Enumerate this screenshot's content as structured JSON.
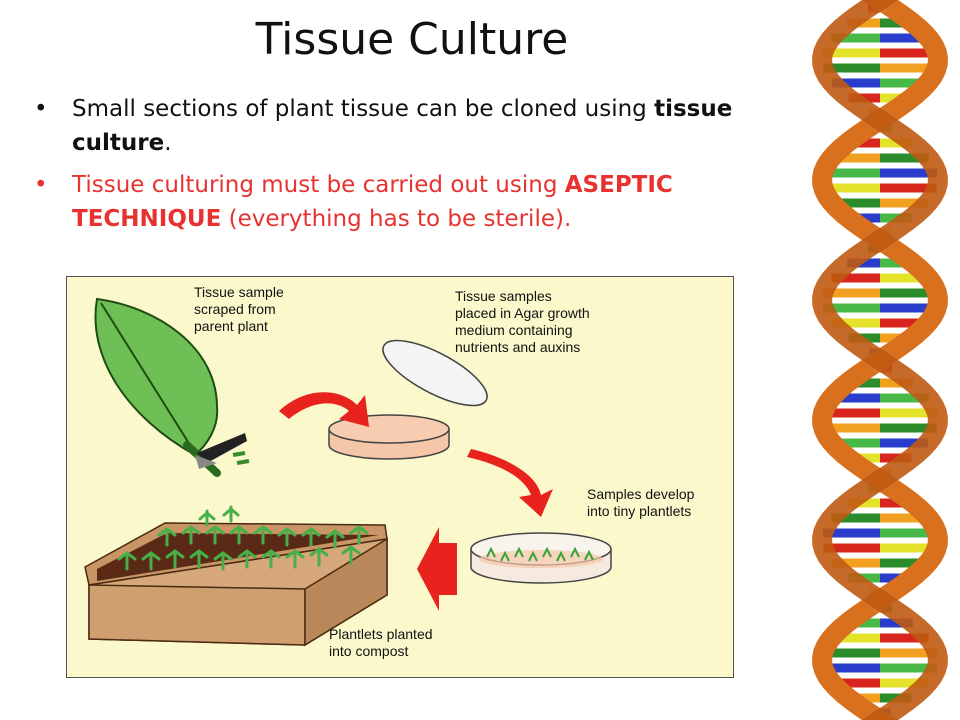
{
  "slide": {
    "title": "Tissue Culture",
    "bullets": [
      {
        "pre": "Small sections of plant tissue can be cloned using ",
        "bold": "tissue culture",
        "post": "."
      },
      {
        "pre": "Tissue culturing must be carried out using ",
        "bold": "ASEPTIC TECHNIQUE",
        "post": " (everything has to be sterile)."
      }
    ],
    "bullet_symbol": "•"
  },
  "figure": {
    "label_1": [
      "Tissue sample",
      "scraped from",
      "parent plant"
    ],
    "label_2": [
      "Tissue samples",
      "placed in Agar growth",
      "medium containing",
      "nutrients and auxins"
    ],
    "label_3": [
      "Samples develop",
      "into tiny plantlets"
    ],
    "label_4": [
      "Plantlets planted",
      "into compost"
    ]
  },
  "colors": {
    "bullet2_text": "#e8322f",
    "figure_bg": "#fbf9cc",
    "arrow": "#e8231e",
    "agar": "#f6c6a8",
    "leaf": "#6fbf57",
    "compost": "#5a2a16",
    "tray": "#d5a77a"
  },
  "icons": [
    "leaf-icon",
    "scalpel-icon",
    "petri-dish-icon",
    "arrow-icon",
    "seed-tray-icon",
    "dna-helix-icon"
  ]
}
